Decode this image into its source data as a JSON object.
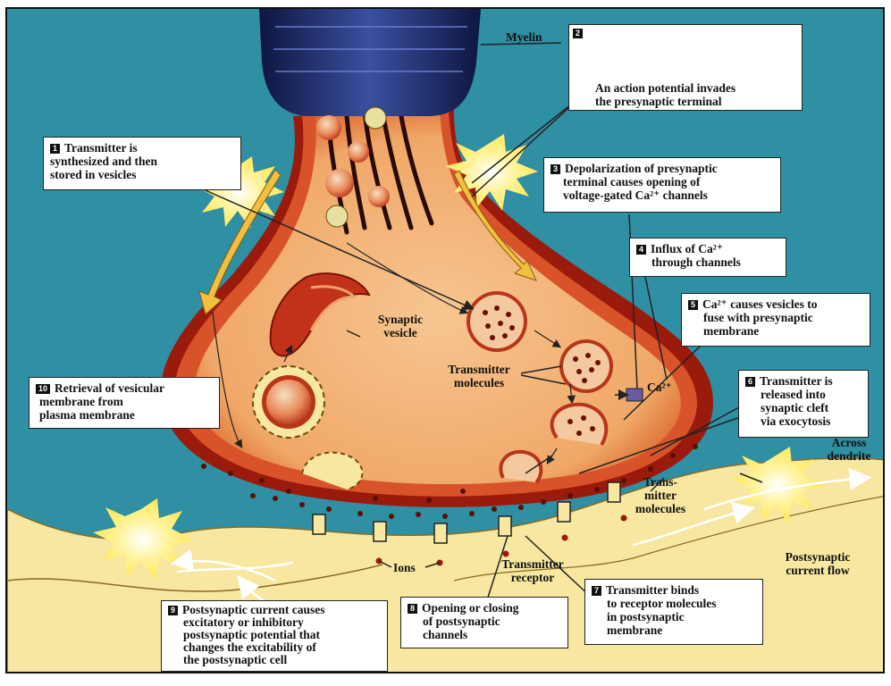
{
  "steps": [
    {
      "num": "1",
      "lines": [
        "Transmitter is",
        "synthesized and then",
        "stored in vesicles"
      ]
    },
    {
      "num": "2",
      "lines": [
        "An action potential invades",
        "the presynaptic terminal"
      ]
    },
    {
      "num": "3",
      "lines": [
        "Depolarization of presynaptic",
        "terminal causes opening of",
        "voltage-gated Ca²⁺ channels"
      ]
    },
    {
      "num": "4",
      "lines": [
        "Influx of Ca²⁺",
        "through channels"
      ]
    },
    {
      "num": "5",
      "lines": [
        "Ca²⁺ causes vesicles to",
        "fuse with presynaptic",
        "membrane"
      ]
    },
    {
      "num": "6",
      "lines": [
        "Transmitter is",
        "released into",
        "synaptic cleft",
        "via exocytosis"
      ]
    },
    {
      "num": "7",
      "lines": [
        "Transmitter  binds",
        "to receptor molecules",
        "in postsynaptic",
        "membrane"
      ]
    },
    {
      "num": "8",
      "lines": [
        "Opening or closing",
        "of postsynaptic",
        "channels"
      ]
    },
    {
      "num": "9",
      "lines": [
        "Postsynaptic current causes",
        "excitatory or inhibitory",
        "postsynaptic potential that",
        "changes the excitability of",
        "the postsynaptic cell"
      ]
    },
    {
      "num": "10",
      "lines": [
        "Retrieval of vesicular",
        "membrane from",
        "plasma membrane"
      ]
    }
  ],
  "labels": {
    "myelin": "Myelin",
    "synaptic_vesicle": [
      "Synaptic",
      "vesicle"
    ],
    "transmitter_molecules": [
      "Transmitter",
      "molecules"
    ],
    "ca": "Ca²⁺",
    "across_dendrite": [
      "Across",
      "dendrite"
    ],
    "trans_mitter_molecules": [
      "Trans-",
      "mitter",
      "molecules"
    ],
    "postsynaptic_current_flow": [
      "Postsynaptic",
      "current flow"
    ],
    "ions": "Ions",
    "transmitter_receptor": [
      "Transmitter",
      "receptor"
    ]
  },
  "colors": {
    "background": "#2f8fa3",
    "terminal_fill": "#f2b177",
    "terminal_edge": "#a01a0a",
    "postsynaptic": "#f7e7a0",
    "myelin": "#1b2a6b",
    "spark": "#fff07a"
  }
}
